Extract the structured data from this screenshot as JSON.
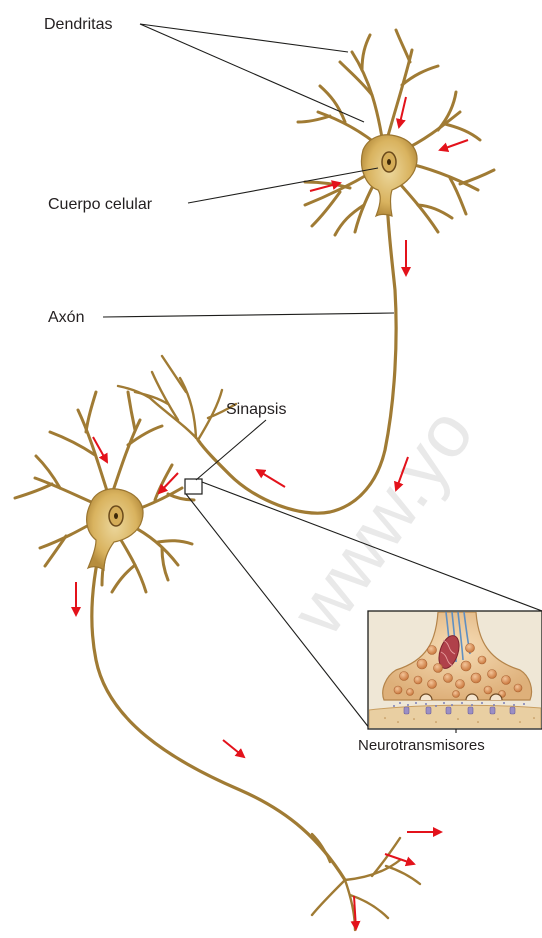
{
  "labels": {
    "dendrites": "Dendritas",
    "cell_body": "Cuerpo celular",
    "axon": "Axón",
    "synapse": "Sinapsis",
    "neurotransmitters": "Neurotransmisores"
  },
  "watermark": "www.yo",
  "colors": {
    "neuron_fill": "#d9b86a",
    "neuron_stroke": "#8a6a2b",
    "soma_fill": "#e0c079",
    "nucleus": "#6b4a1b",
    "arrow": "#e3121b",
    "leader_line": "#1d1d1b",
    "synapse_bg": "#efe9dd",
    "bouton_fill": "#e8c291",
    "vesicle": "#d98d4e",
    "mitochondrion": "#b0414a",
    "microtubule": "#5f8fc2",
    "receptor": "#9b8fc4"
  }
}
